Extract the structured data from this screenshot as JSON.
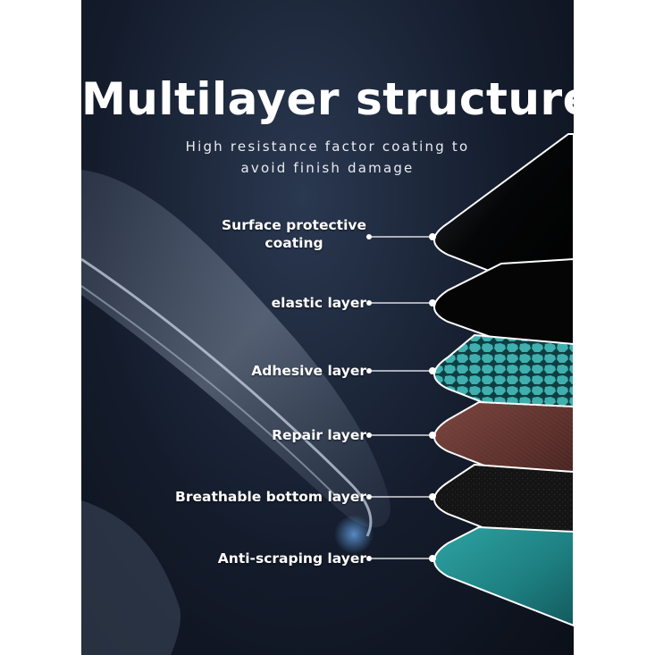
{
  "header": {
    "title": "Multilayer structure",
    "subtitle_line1": "High resistance factor coating to",
    "subtitle_line2": "avoid finish damage"
  },
  "layers": [
    {
      "label_line1": "Surface protective",
      "label_line2": "coating",
      "texture": "glossy-black"
    },
    {
      "label_line1": "elastic layer",
      "label_line2": "",
      "texture": "matte-black"
    },
    {
      "label_line1": "Adhesive layer",
      "label_line2": "",
      "texture": "teal-cells"
    },
    {
      "label_line1": "Repair layer",
      "label_line2": "",
      "texture": "brown-brushed"
    },
    {
      "label_line1": "Breathable bottom layer",
      "label_line2": "",
      "texture": "black-grain"
    },
    {
      "label_line1": "Anti-scraping layer",
      "label_line2": "",
      "texture": "teal-leather"
    }
  ],
  "colors": {
    "background": "#141c2c",
    "text": "#ffffff",
    "teal": "#1f8a8c",
    "brown": "#6a3a35"
  }
}
